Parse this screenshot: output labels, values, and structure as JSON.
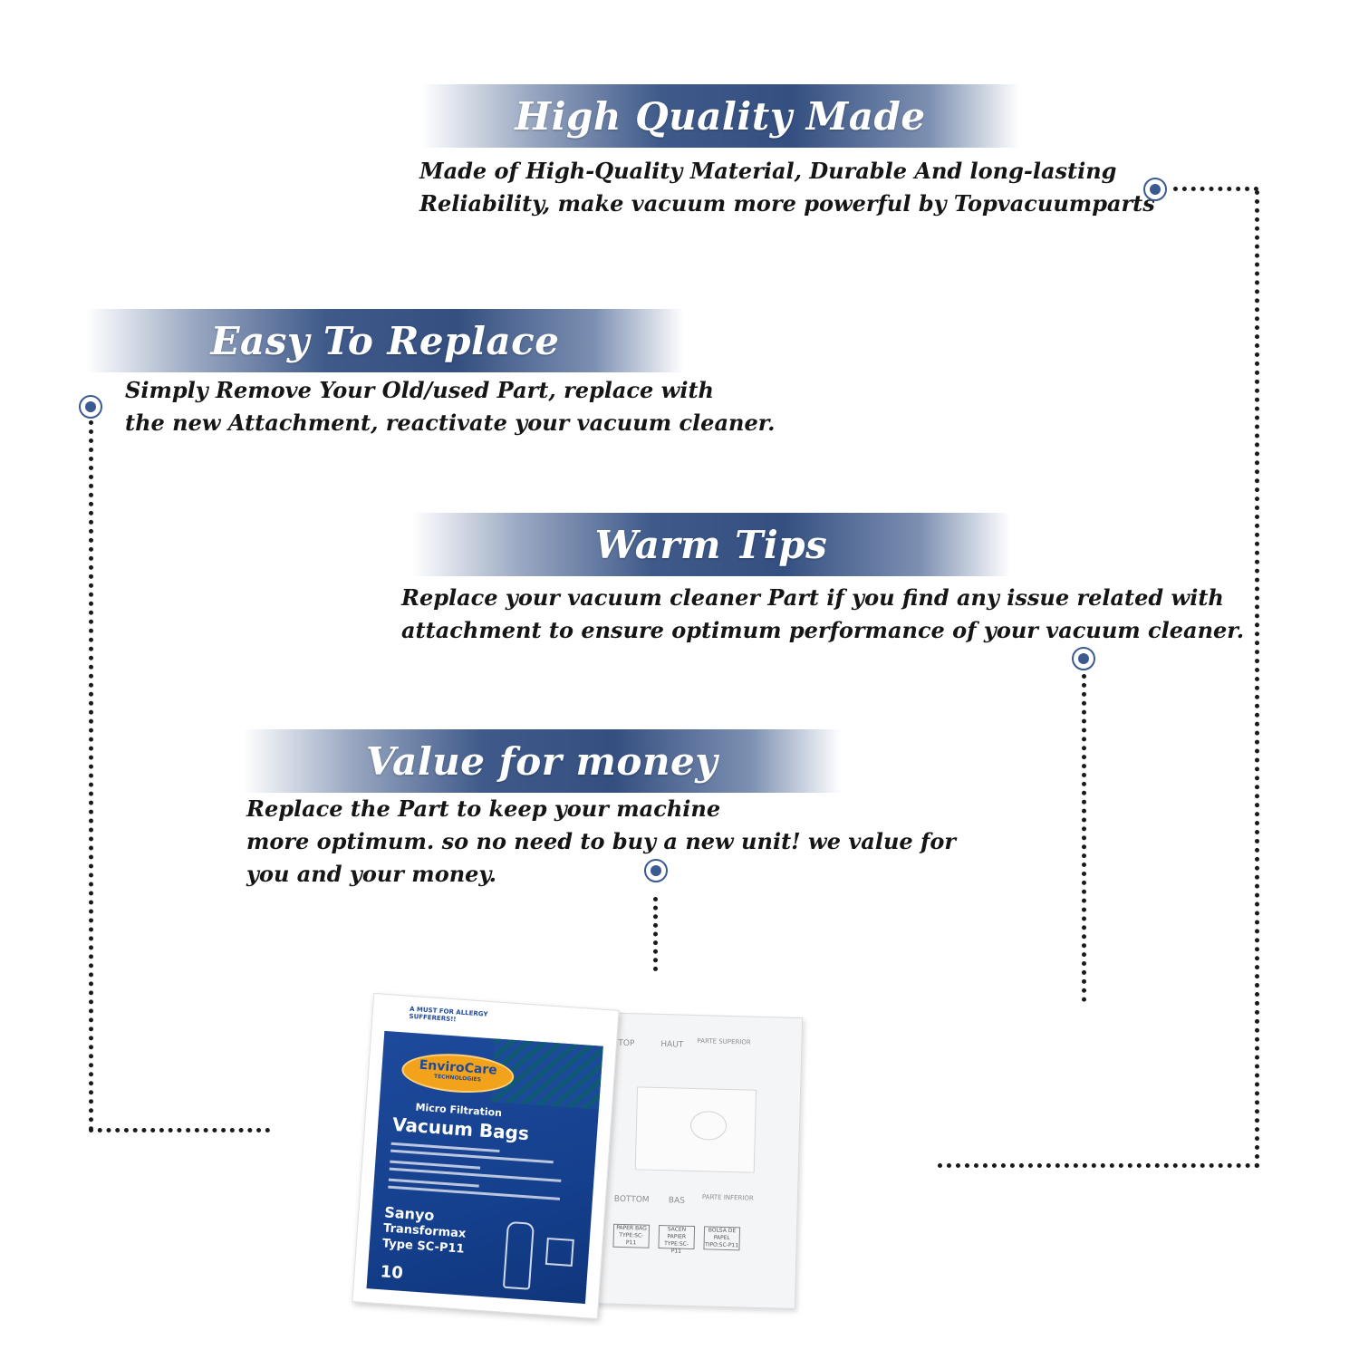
{
  "sections": [
    {
      "title": "High Quality Made",
      "lines": [
        "Made of  High-Quality Material, Durable And long-lasting",
        "Reliability, make vacuum more powerful by Topvacuumparts"
      ]
    },
    {
      "title": "Easy To Replace",
      "lines": [
        "Simply Remove Your Old/used Part, replace with",
        "the new Attachment, reactivate your vacuum cleaner."
      ]
    },
    {
      "title": "Warm Tips",
      "lines": [
        "Replace your vacuum cleaner Part if you find any issue related with",
        " attachment to ensure optimum performance of your vacuum cleaner."
      ]
    },
    {
      "title": "Value for money",
      "lines": [
        "Replace the Part to keep your machine",
        "more optimum. so no need to buy a new unit! we value for",
        "you and your money."
      ]
    }
  ],
  "product": {
    "brand": "EnviroCare",
    "brand_sub": "TECHNOLOGIES",
    "top_note": "A MUST FOR ALLERGY SUFFERERS!!",
    "line1": "Micro Filtration",
    "line2": "Vacuum Bags",
    "model1": "Sanyo",
    "model2": "Transformax",
    "model3": "Type SC-P11",
    "count": "10",
    "paper_top": "TOP",
    "paper_haut": "HAUT",
    "paper_parte": "PARTE SUPERIOR",
    "paper_bottom": "BOTTOM",
    "paper_bas": "BAS",
    "paper_inferior": "PARTE INFERIOR",
    "box1": "PAPER BAG TYPE:SC-P11",
    "box2": "SACEN PAPIER TYPE:SC-P11",
    "box3": "BOLSA DE PAPEL TIPO:SC-P11"
  },
  "colors": {
    "banner": "#3f5a8a",
    "dot": "#3b5a92",
    "bag_blue": "#1e4a9c",
    "logo_orange": "#f3a21b"
  }
}
